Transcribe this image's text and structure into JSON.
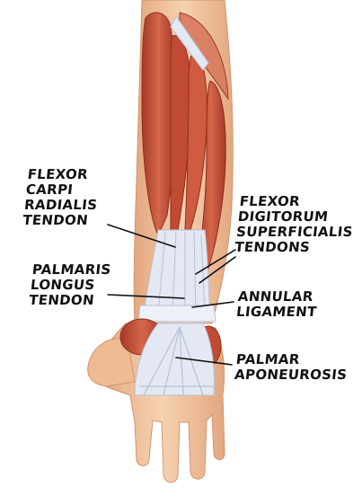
{
  "labels": {
    "flexor_carpi_radialis": [
      "FLEXOR",
      "CARPI",
      "RADIALIS",
      "TENDON"
    ],
    "palmaris_longus": [
      "PALMARIS",
      "LONGUS",
      "TENDON"
    ],
    "flexor_digitorum": [
      "FLEXOR",
      "DIGITORUM",
      "SUPERFICIALIS",
      "TENDONS"
    ],
    "annular_ligament": [
      "ANNULAR",
      "LIGAMENT"
    ],
    "palmar_aponeurosis": [
      "PALMAR",
      "APONEUROSIS"
    ]
  },
  "colors": {
    "skin": "#f2c7a0",
    "skin_shadow": "#e3a77f",
    "muscle": "#c8553d",
    "muscle_dark": "#a63a27",
    "tendon": "#e4e8f3",
    "tendon_line": "#b9c0d6",
    "leader": "#111111"
  }
}
